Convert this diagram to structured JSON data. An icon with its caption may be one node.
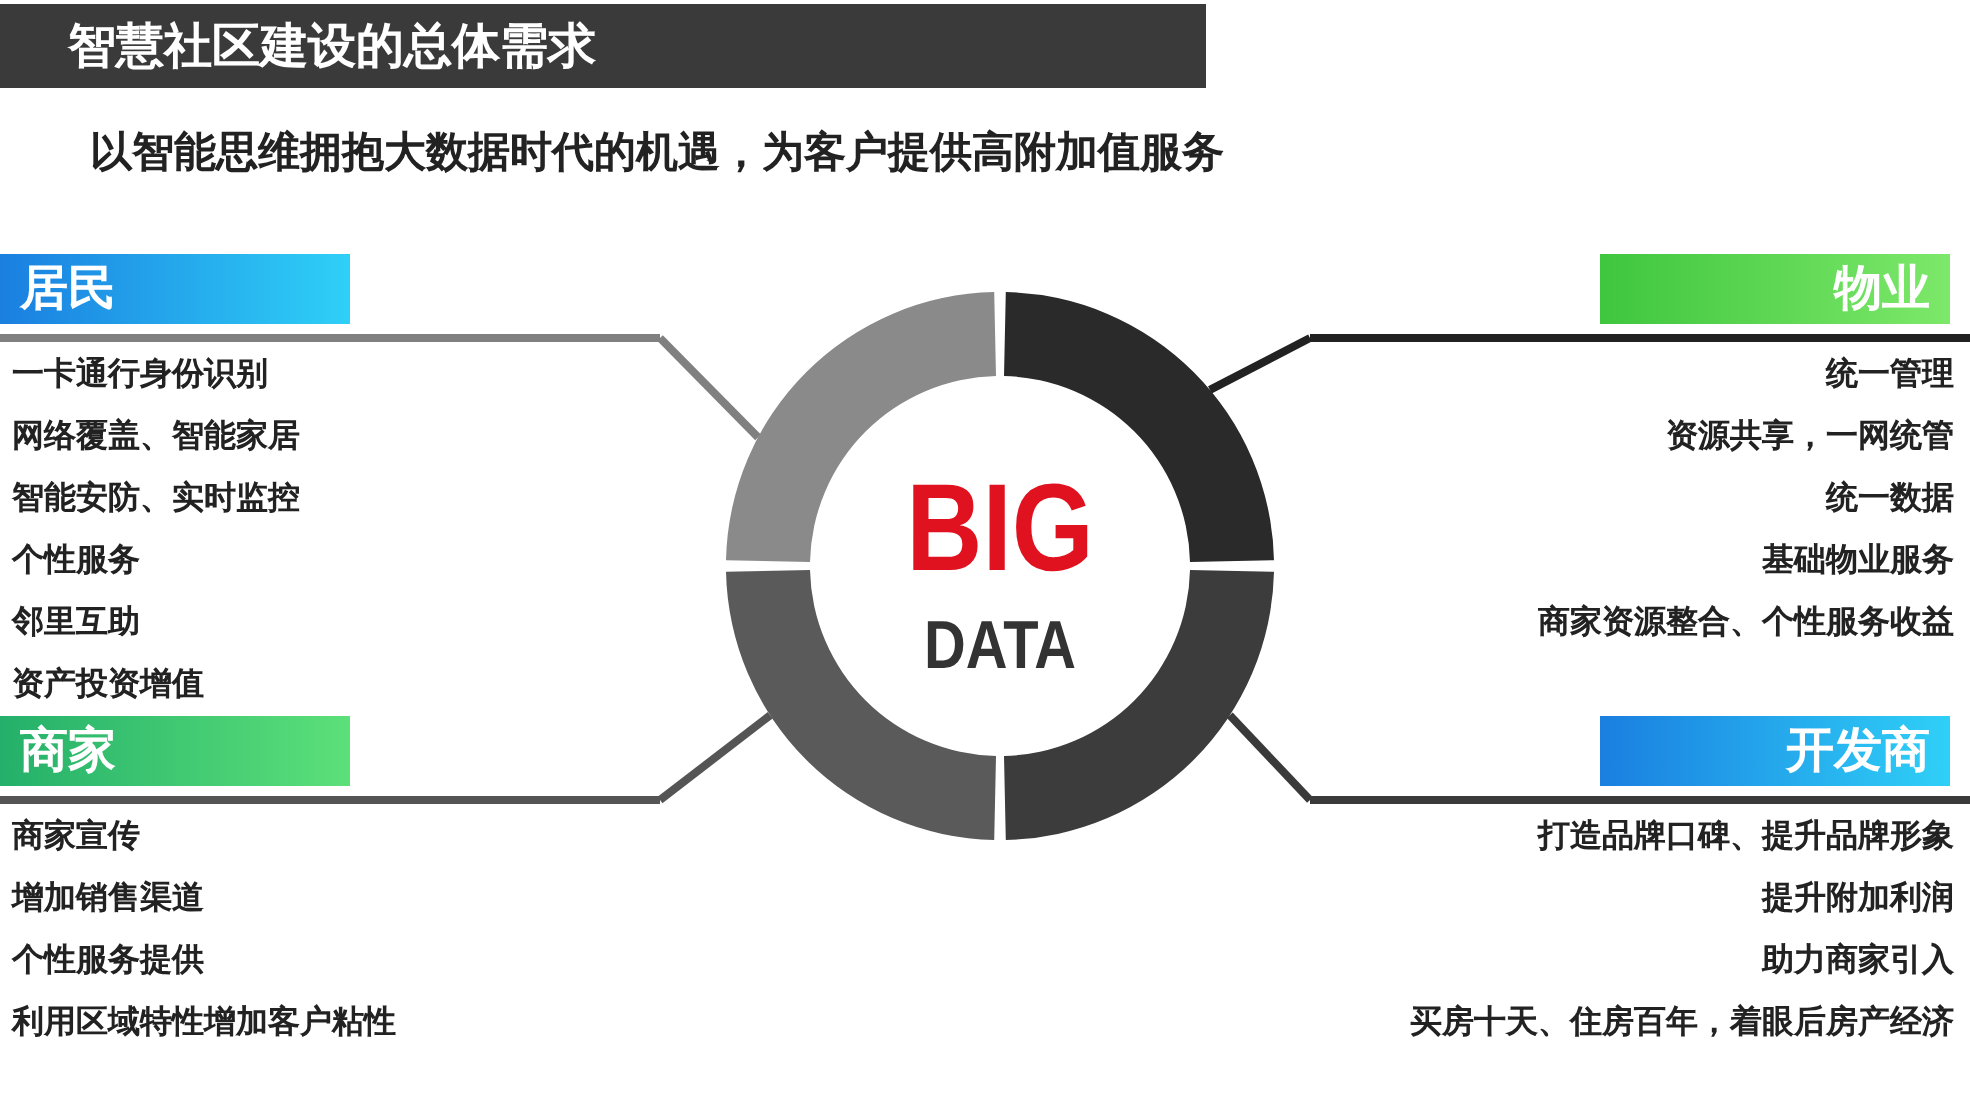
{
  "diagram": {
    "title": "智慧社区建设的总体需求",
    "labels": [
      "以智能思维拥抱大数据时代的机遇，为客户提供高附加值服务"
    ],
    "nodes": [
      {
        "text": [
          "BIG",
          "DATA"
        ]
      },
      {
        "text": [
          "居民",
          "一卡通行身份识别",
          "网络覆盖、智能家居",
          "智能安防、实时监控",
          "个性服务",
          "邻里互助",
          "资产投资增值"
        ]
      },
      {
        "text": [
          "物业",
          "统一管理",
          "资源共享，一网统管",
          "统一数据",
          "基础物业服务",
          "商家资源整合、个性服务收益"
        ]
      },
      {
        "text": [
          "商家",
          "商家宣传",
          "增加销售渠道",
          "个性服务提供",
          "利用区域特性增加客户粘性"
        ]
      },
      {
        "text": [
          "开发商",
          "打造品牌口碑、提升品牌形象",
          "提升附加利润",
          "助力商家引入",
          "买房十天、住房百年，着眼后房产经济"
        ]
      }
    ],
    "edges": [
      {
        "from": 0,
        "to": 1,
        "arrow": "none",
        "color": "#808080"
      },
      {
        "from": 0,
        "to": 2,
        "arrow": "none",
        "color": "#222222"
      },
      {
        "from": 0,
        "to": 3,
        "arrow": "none",
        "color": "#555555"
      },
      {
        "from": 0,
        "to": 4,
        "arrow": "none",
        "color": "#3a3a3a"
      }
    ]
  }
}
